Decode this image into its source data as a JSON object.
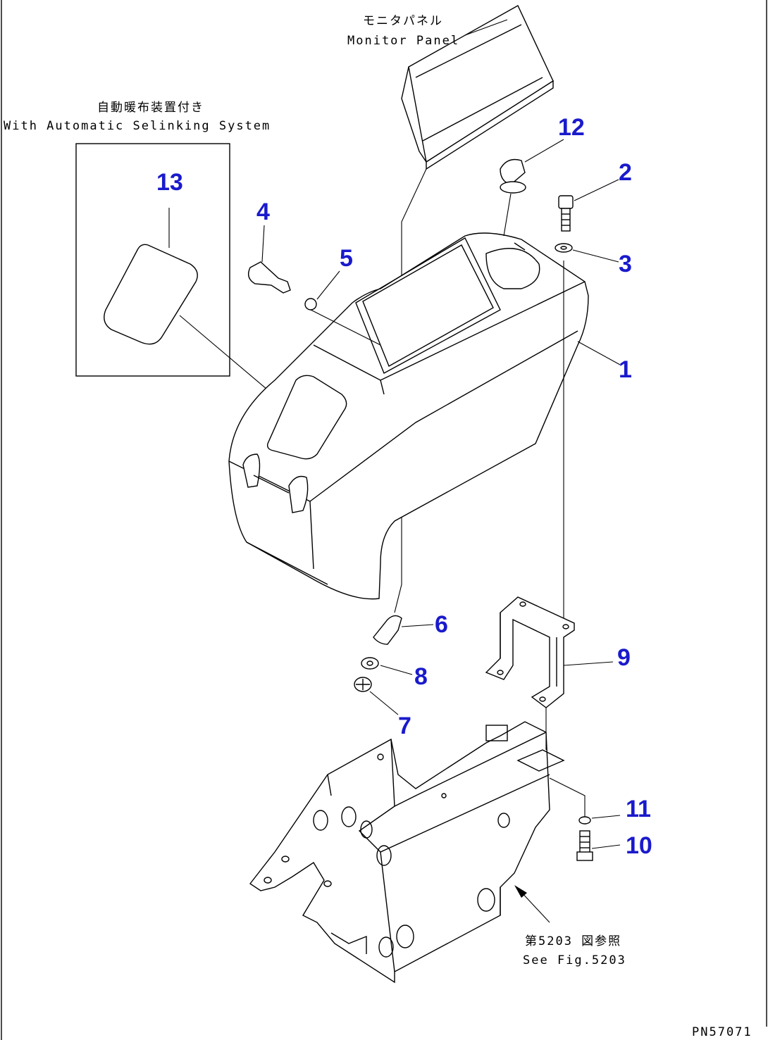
{
  "monitor_panel": {
    "label_jp": "モニタパネル",
    "label_en": "Monitor Panel"
  },
  "option_box": {
    "label_jp": "自動暖布装置付き",
    "label_en": "With Automatic Selinking System"
  },
  "see_fig": {
    "label_jp": "第5203 図参照",
    "label_en": "See Fig.5203"
  },
  "drawing_code": "PN57071",
  "callouts": {
    "c1": "1",
    "c2": "2",
    "c3": "3",
    "c4": "4",
    "c5": "5",
    "c6": "6",
    "c7": "7",
    "c8": "8",
    "c9": "9",
    "c10": "10",
    "c11": "11",
    "c12": "12",
    "c13": "13"
  },
  "colors": {
    "callout": "#1a1acc",
    "linework": "#000000"
  }
}
